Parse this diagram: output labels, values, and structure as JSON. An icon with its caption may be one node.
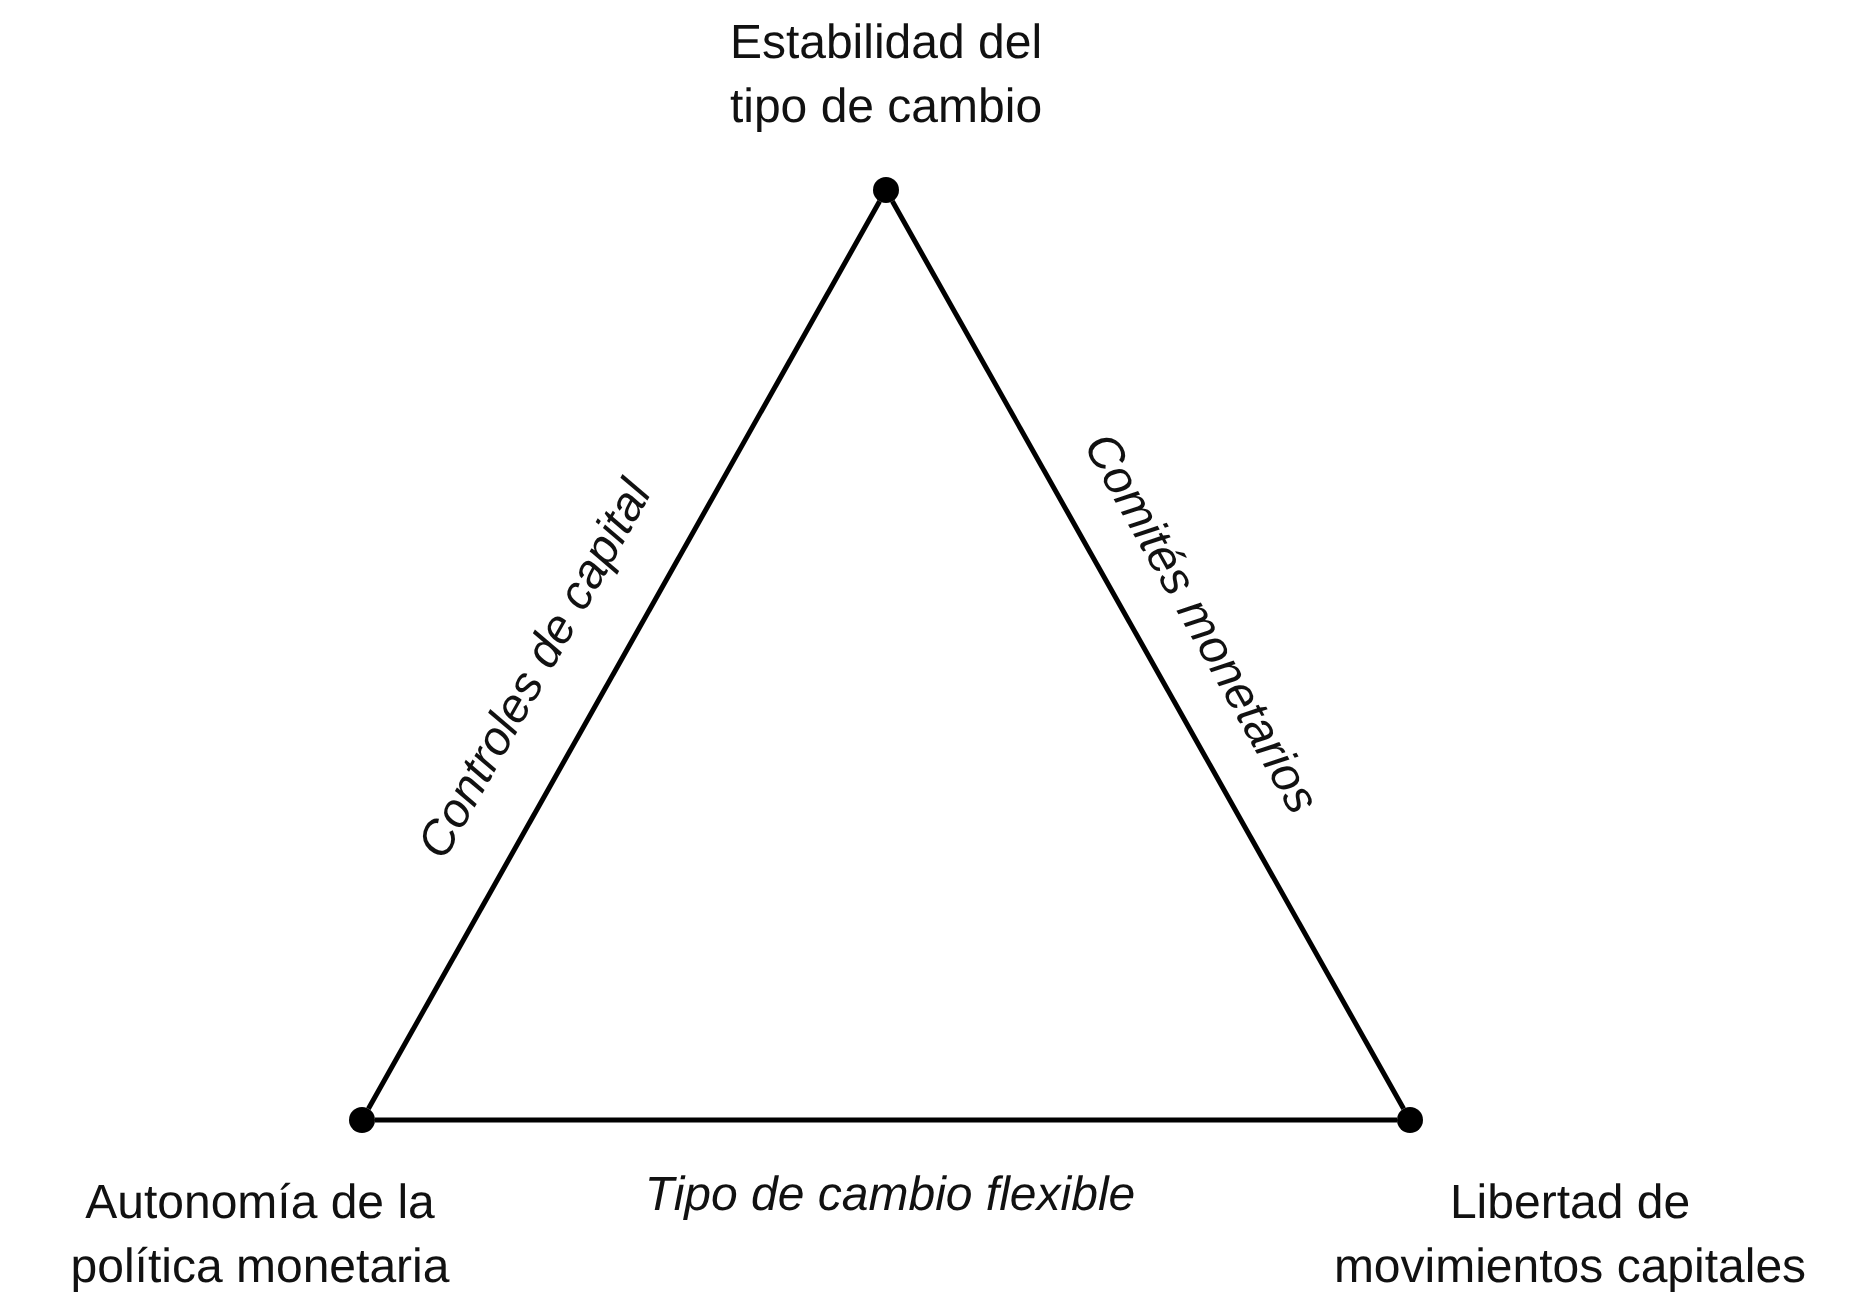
{
  "diagram": {
    "nodes": [
      {
        "text": [],
        "shape": "circle",
        "beside": [
          "Estabilidad del tipo de cambio"
        ]
      },
      {
        "text": [],
        "shape": "circle",
        "beside": [
          "Autonomía de la política monetaria"
        ]
      },
      {
        "text": [],
        "shape": "circle",
        "beside": [
          "Libertad de movimientos capitales"
        ]
      }
    ],
    "edges": [
      {
        "from": 1,
        "to": 0,
        "arrow": "none",
        "label": "Controles de capital"
      },
      {
        "from": 0,
        "to": 2,
        "arrow": "none",
        "label": "Comités monetarios"
      },
      {
        "from": 1,
        "to": 2,
        "arrow": "none",
        "label": "Tipo de cambio flexible"
      }
    ]
  }
}
